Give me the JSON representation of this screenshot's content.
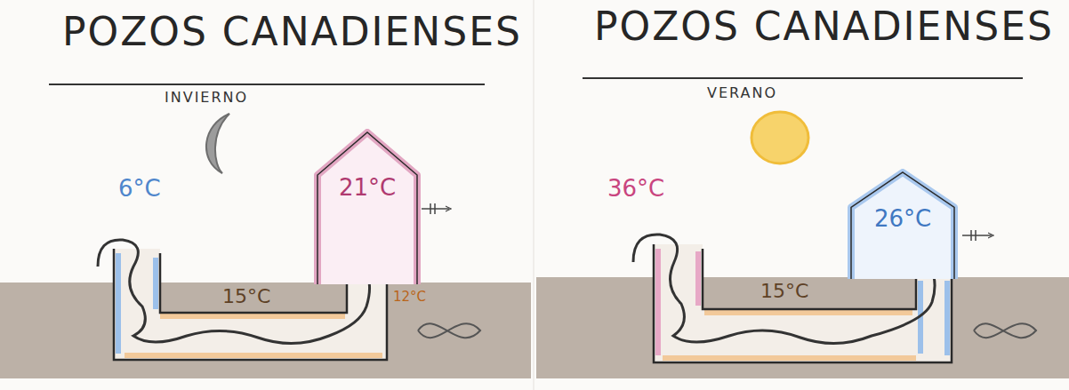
{
  "diagram": {
    "nodes": [
      {
        "text": [
          "21°C"
        ]
      },
      {
        "text": [
          "26°C"
        ]
      }
    ],
    "labels": [
      "POZOS CANADIENSES",
      "INVIERNO",
      "6°C",
      "15°C",
      "12°C",
      "POZOS CANADIENSES",
      "VERANO",
      "36°C",
      "15°C"
    ]
  }
}
